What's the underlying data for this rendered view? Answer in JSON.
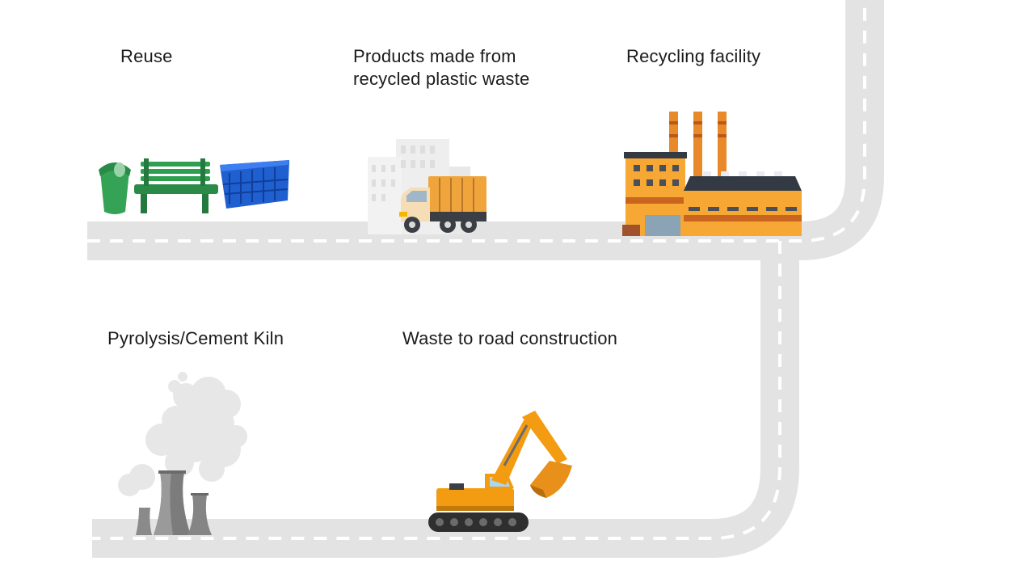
{
  "stages": {
    "reuse": {
      "lines": [
        "Reuse"
      ],
      "illustration": "dustbin-bench-crate-icon",
      "color": "#2e9e4f"
    },
    "products": {
      "lines": [
        "Products made from",
        "recycled plastic waste"
      ],
      "illustration": "truck-city-icon",
      "color": "#f2a83a"
    },
    "recycling": {
      "lines": [
        "Recycling facility"
      ],
      "illustration": "factory-icon",
      "color": "#f6a734"
    },
    "pyrolysis": {
      "lines": [
        "Pyrolysis/Cement Kiln"
      ],
      "illustration": "cooling-tower-smoke-icon",
      "color": "#8a8a8a"
    },
    "road": {
      "lines": [
        "Waste to road construction"
      ],
      "illustration": "excavator-icon",
      "color": "#f39c12"
    }
  },
  "road_colors": {
    "road": "#e3e3e3",
    "dash": "#ffffff"
  }
}
